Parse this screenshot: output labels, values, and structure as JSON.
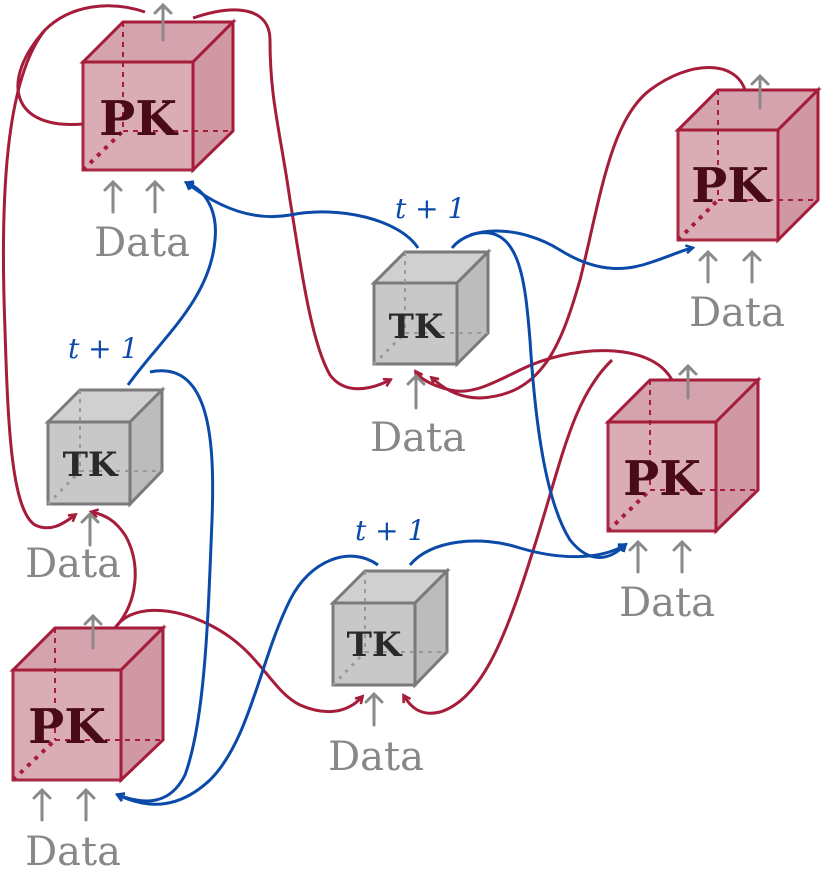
{
  "colors": {
    "pk_fill": "#d4a3ad",
    "pk_stroke": "#a51d3a",
    "tk_fill": "#c8c8c8",
    "tk_stroke": "#7a7a7a",
    "blue": "#0b4aa8",
    "gray_text": "#888888"
  },
  "labels": {
    "pk": "PK",
    "tk": "TK",
    "data": "Data",
    "time_step": "t + 1"
  },
  "icons": {
    "up_arrow": "up-arrow-icon"
  }
}
